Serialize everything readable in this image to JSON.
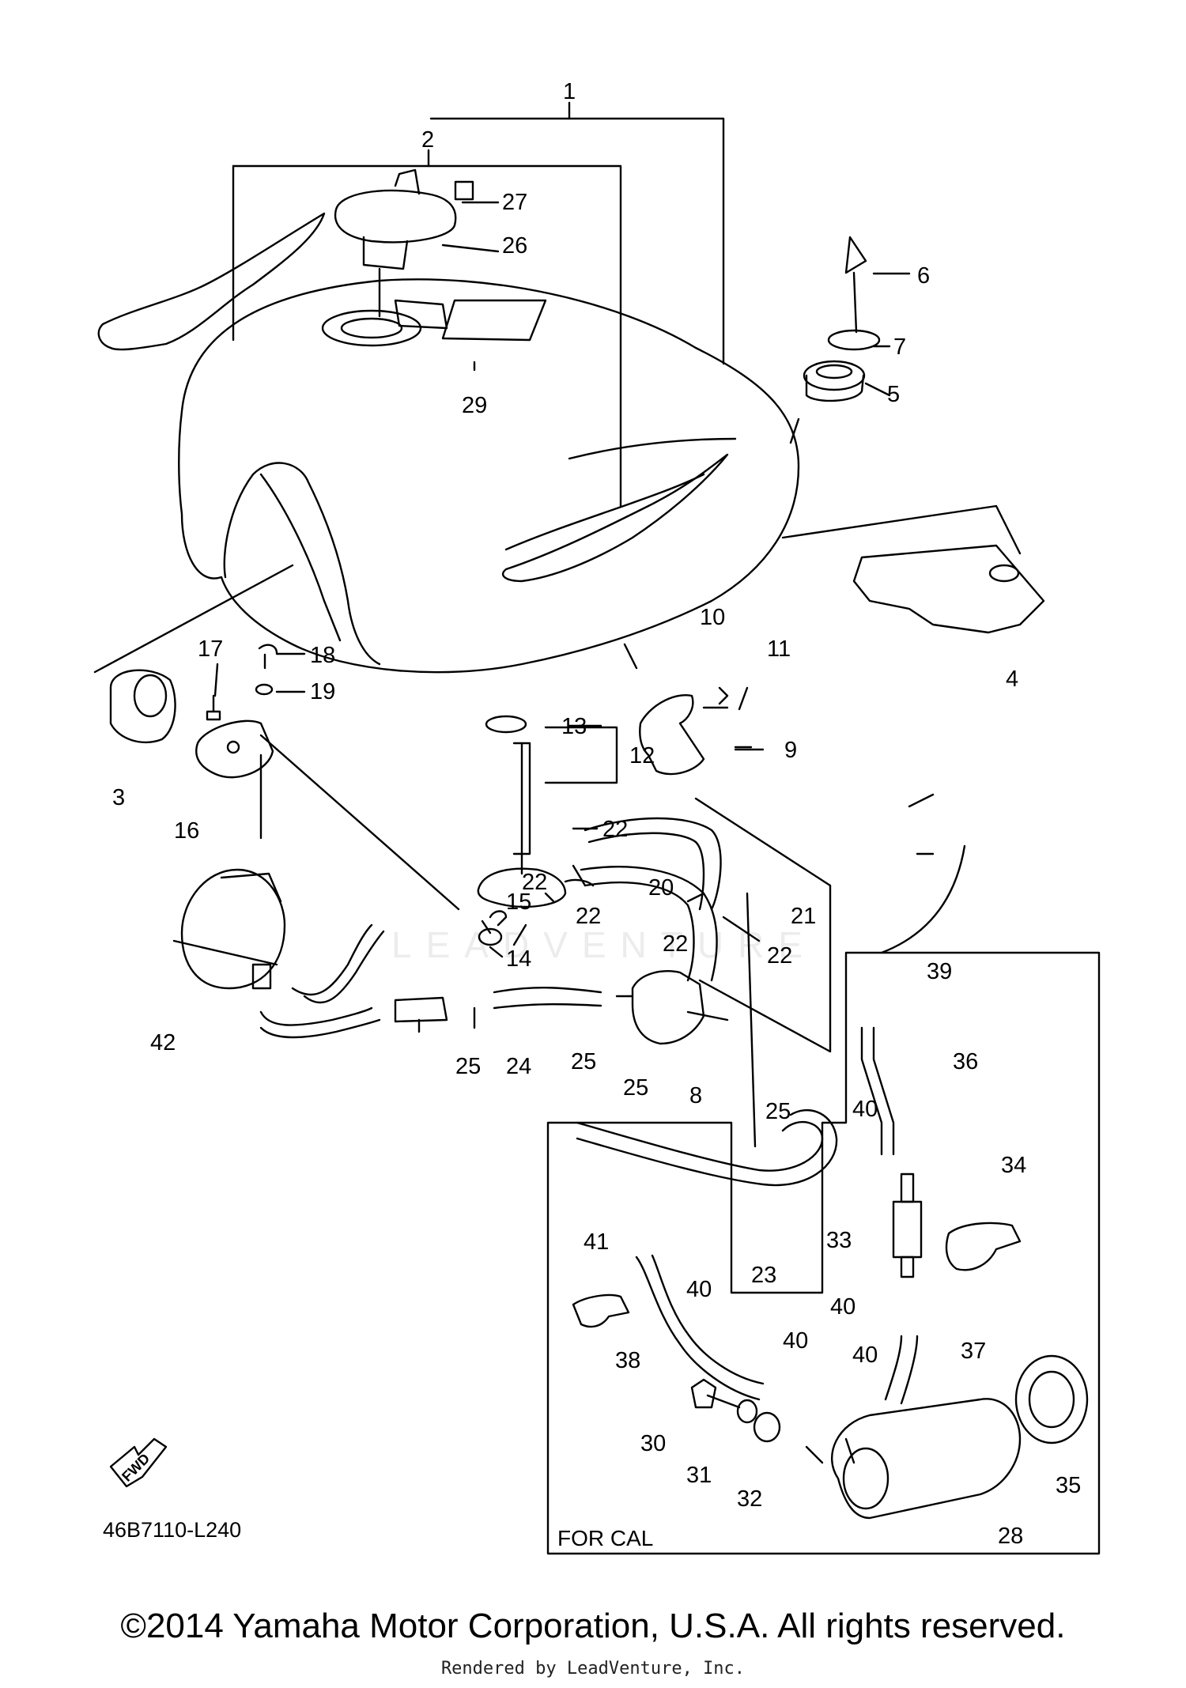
{
  "diagram": {
    "code": "46B7110-L240",
    "fwd_label": "FWD",
    "for_cal_label": "FOR CAL",
    "watermark": "LEADVENTURE",
    "callouts": [
      "1",
      "2",
      "3",
      "4",
      "5",
      "6",
      "7",
      "8",
      "9",
      "10",
      "11",
      "12",
      "13",
      "14",
      "15",
      "16",
      "17",
      "18",
      "19",
      "20",
      "21",
      "22",
      "22",
      "22",
      "22",
      "22",
      "23",
      "24",
      "25",
      "25",
      "25",
      "25",
      "26",
      "27",
      "28",
      "29",
      "30",
      "31",
      "32",
      "33",
      "34",
      "35",
      "36",
      "37",
      "38",
      "39",
      "40",
      "40",
      "40",
      "40",
      "40",
      "41",
      "42"
    ]
  },
  "footer": {
    "copyright": "©2014 Yamaha Motor Corporation, U.S.A. All rights reserved.",
    "rendered_by": "Rendered by LeadVenture, Inc."
  }
}
